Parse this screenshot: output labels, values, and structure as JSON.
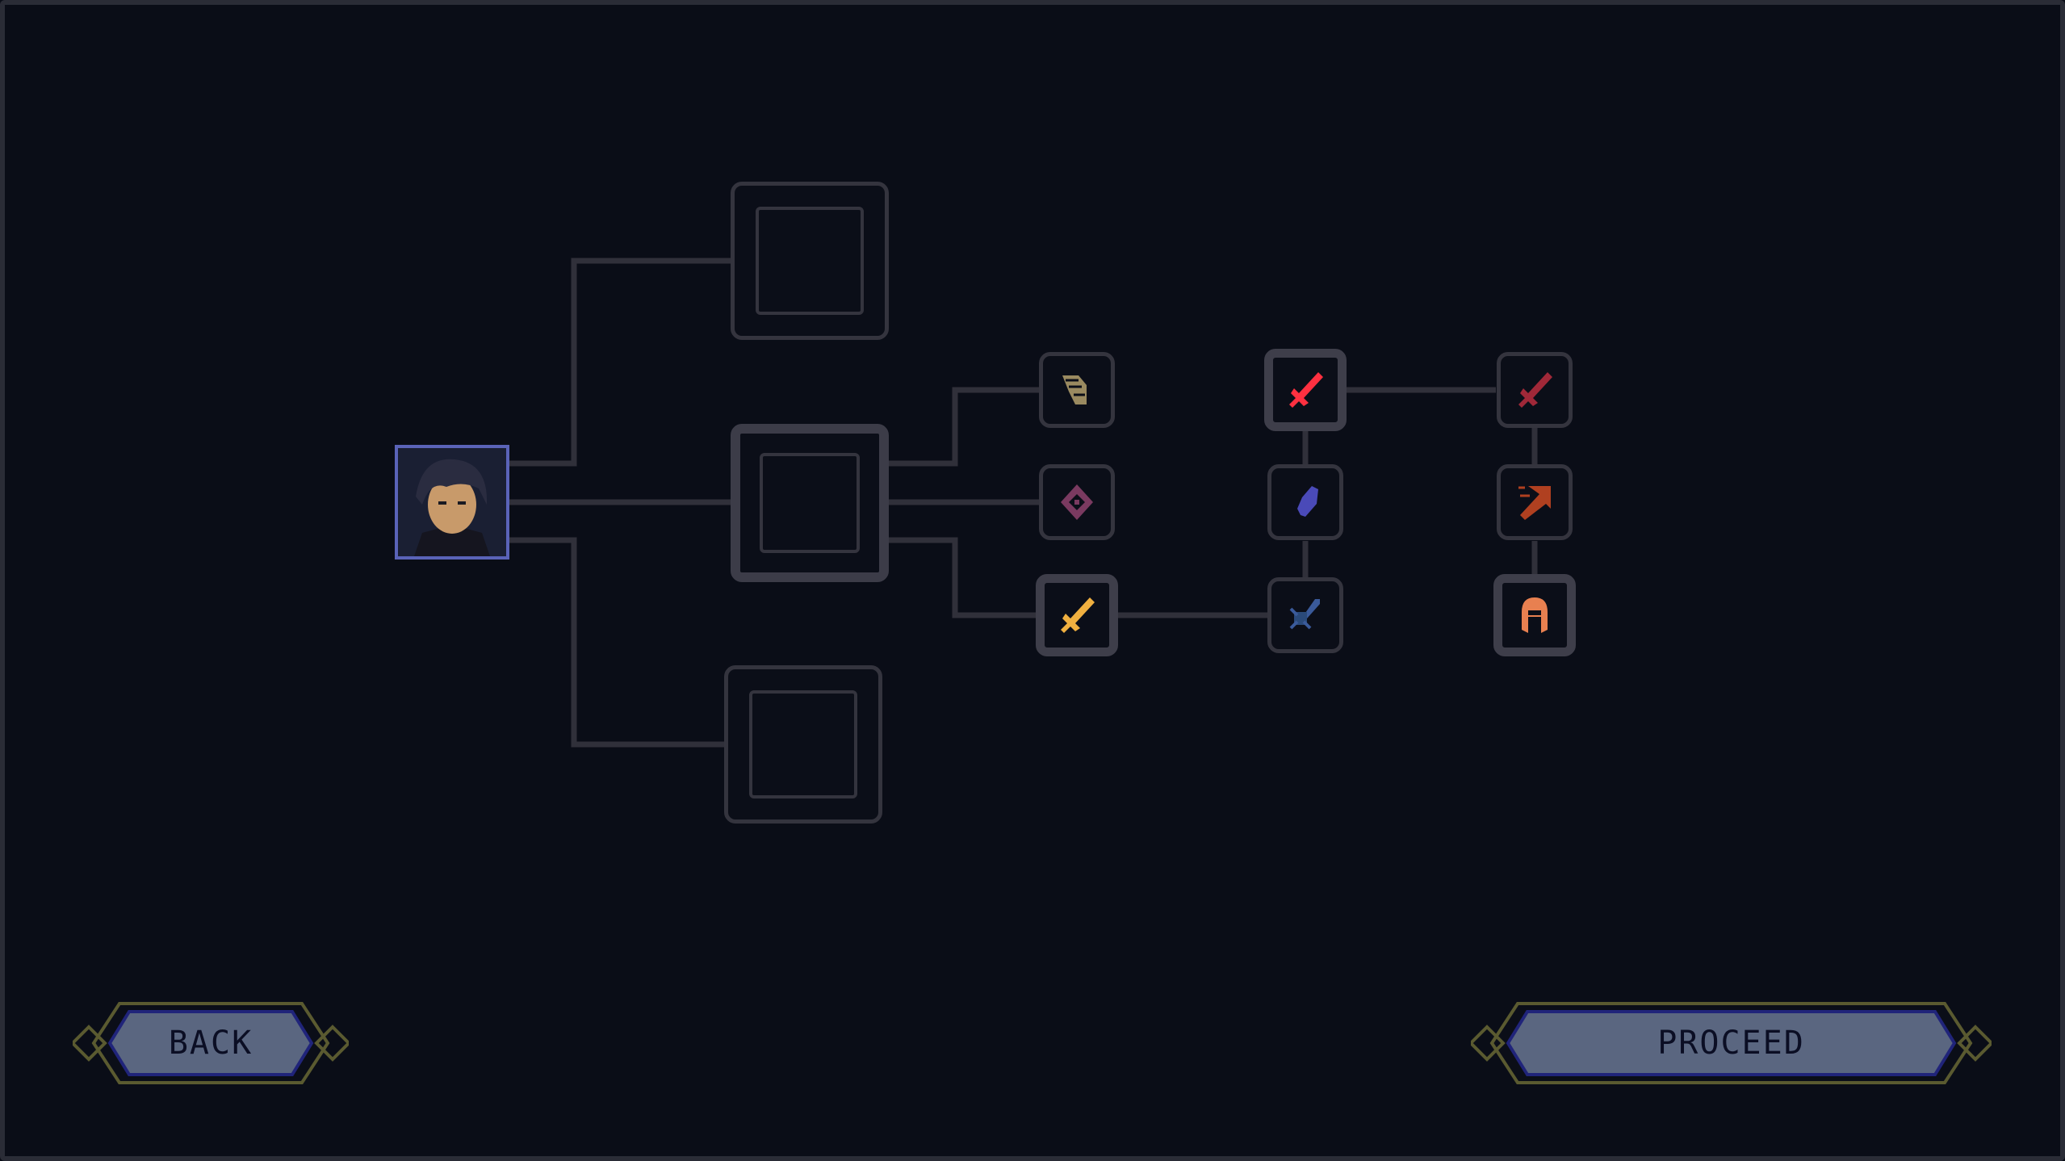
{
  "buttons": {
    "back": "BACK",
    "proceed": "PROCEED"
  },
  "character": {
    "icon": "character-portrait"
  },
  "moon_nodes": [
    {
      "icon": "crescent-moon-icon",
      "color": "#8a1f3a",
      "state": "locked"
    },
    {
      "icon": "crescent-moon-icon",
      "color": "#7a6cf0",
      "state": "selected"
    },
    {
      "icon": "crescent-moon-icon",
      "color": "#7c8a8c",
      "state": "locked"
    }
  ],
  "skill_nodes": [
    {
      "icon": "wing-icon",
      "color": "#9a8a60"
    },
    {
      "icon": "diamond-rune-icon",
      "color": "#7a3a60"
    },
    {
      "icon": "golden-sword-icon",
      "color": "#f0b040"
    },
    {
      "icon": "red-sword-icon",
      "color": "#ff3040"
    },
    {
      "icon": "blue-claw-icon",
      "color": "#4a4ab8"
    },
    {
      "icon": "blue-spider-sword-icon",
      "color": "#3a5a9a"
    },
    {
      "icon": "dark-red-sword-icon",
      "color": "#a02838"
    },
    {
      "icon": "arrow-slash-icon",
      "color": "#b04020"
    },
    {
      "icon": "spartan-helmet-icon",
      "color": "#e88050"
    }
  ],
  "colors": {
    "background": "#0a0d17",
    "line": "#30303a",
    "button_fill": "#5a6680"
  }
}
